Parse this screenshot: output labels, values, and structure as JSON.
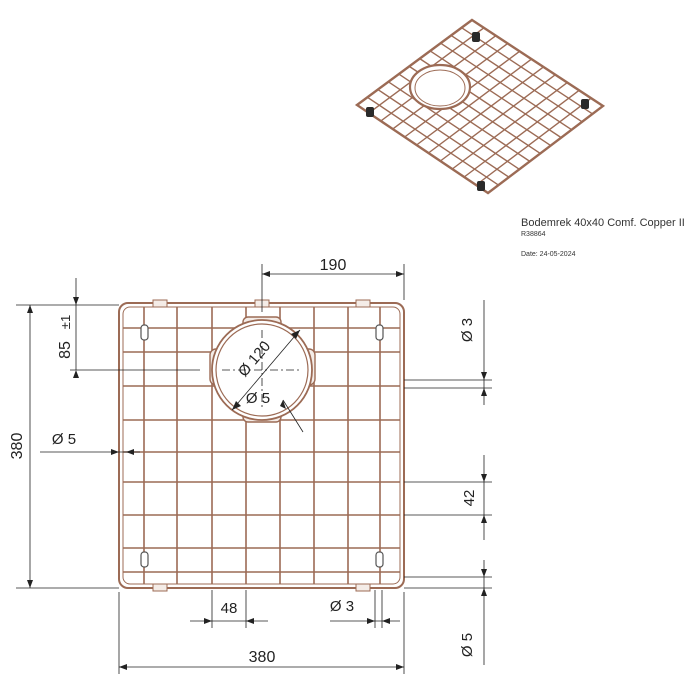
{
  "title_block": {
    "name": "Bodemrek 40x40 Comf. Copper II",
    "code": "R38864",
    "date": "Date: 24-05-2024"
  },
  "dimensions": {
    "top_width": "190",
    "total_height": "380",
    "hole_offset": "85",
    "hole_offset_tolerance": "±1",
    "hole_diameter": "Ø 120",
    "foot_diameter_center": "Ø 5",
    "foot_diameter_left": "Ø 5",
    "wire_diameter_right": "Ø 3",
    "grid_pitch_vertical": "42",
    "foot_diameter_right": "Ø 5",
    "grid_pitch_horizontal": "48",
    "wire_diameter_bottom": "Ø 3",
    "total_width": "380"
  },
  "colors": {
    "wire": "#9c6b55",
    "wire_fill": "#f4ece7",
    "dimension_line": "#222222",
    "foot": "#2a2a2a"
  }
}
